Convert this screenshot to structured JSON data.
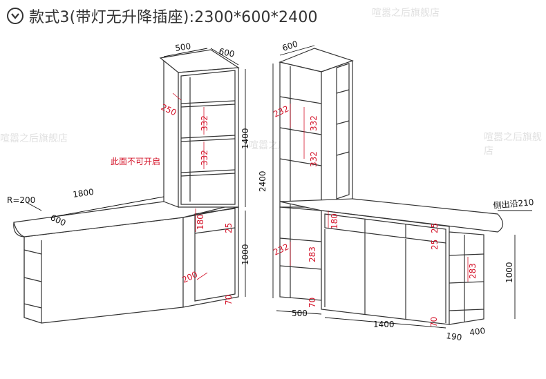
{
  "header": {
    "icon": "chevron-down-circle-icon",
    "title": "款式3(带灯无升降插座):2300*600*2400"
  },
  "watermark": "喧嚣之后旗舰店",
  "colors": {
    "line": "#333333",
    "dimension": "#111111",
    "red": "#d4142a"
  },
  "dims": {
    "tower_w": "500",
    "tower_d": "600",
    "tower_top_d": "600",
    "inner_250": "250",
    "shelf_332a": "332",
    "shelf_332b": "332",
    "shelf_332c": "332",
    "shelf_332d": "332",
    "tower_h_1400": "1400",
    "total_h_2400": "2400",
    "radius": "R=200",
    "counter_len_1800": "1800",
    "counter_d_600": "600",
    "h_180_left": "180",
    "h_25_left": "25",
    "h_1000_left": "1000",
    "w_200": "200",
    "h_70_left": "70",
    "shelf_232a": "232",
    "shelf_232b": "232",
    "shelf_283_left": "283",
    "w_500_bottom": "500",
    "h_70_right": "70",
    "h_180_right": "180",
    "h_25_right_top": "25",
    "h_25_right_mid": "25",
    "len_1400": "1400",
    "h_70_bottom": "70",
    "side_label": "侧出沿210",
    "shelf_283_right": "283",
    "h_1000_right": "1000",
    "w_190": "190",
    "w_400": "400"
  },
  "note": "此面不可开启"
}
